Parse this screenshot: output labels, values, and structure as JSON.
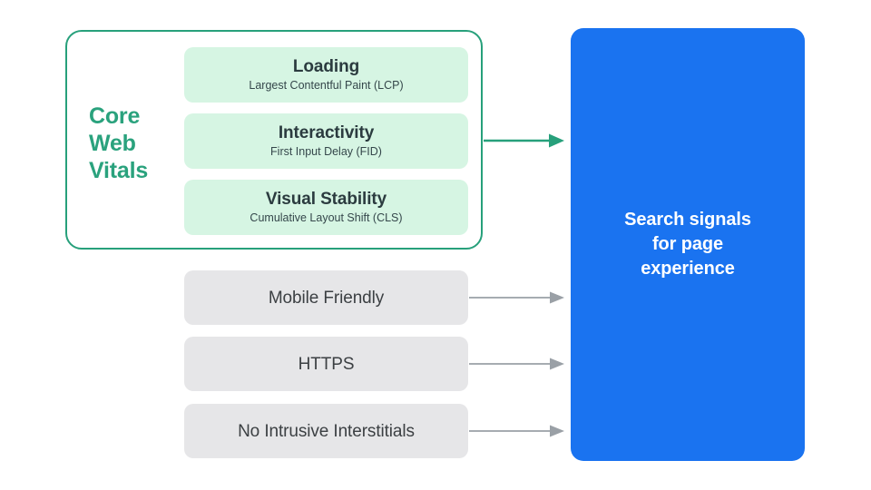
{
  "diagram": {
    "title": "Search signals for page experience",
    "colors": {
      "green_accent": "#27a07b",
      "green_label": "#2aa27d",
      "mint_card": "#d6f5e3",
      "gray_card": "#e6e6e8",
      "blue_panel": "#1a73f0",
      "dark_text": "#2b3b3f",
      "gray_arrow": "#9aa0a6",
      "background": "#ffffff"
    }
  },
  "core_web_vitals": {
    "group_label": "Core Web Vitals",
    "group_label_lines": [
      "Core",
      "Web",
      "Vitals"
    ],
    "items": [
      {
        "title": "Loading",
        "subtitle": "Largest Contentful Paint (LCP)"
      },
      {
        "title": "Interactivity",
        "subtitle": "First Input Delay (FID)"
      },
      {
        "title": "Visual Stability",
        "subtitle": "Cumulative Layout Shift (CLS)"
      }
    ]
  },
  "other_signals": [
    {
      "label": "Mobile Friendly"
    },
    {
      "label": "HTTPS"
    },
    {
      "label": "No Intrusive Interstitials"
    }
  ],
  "outcome_panel": {
    "text": "Search signals\nfor page\nexperience"
  },
  "arrows": [
    {
      "name": "core-web-vitals-arrow",
      "color": "#27a07b"
    },
    {
      "name": "mobile-friendly-arrow",
      "color": "#9aa0a6"
    },
    {
      "name": "https-arrow",
      "color": "#9aa0a6"
    },
    {
      "name": "no-intrusive-interstitials-arrow",
      "color": "#9aa0a6"
    }
  ]
}
